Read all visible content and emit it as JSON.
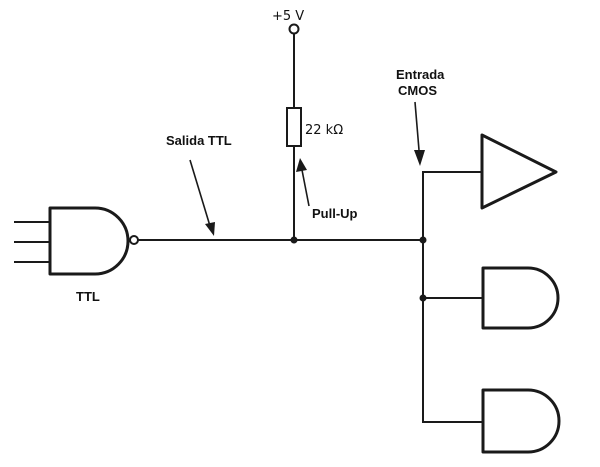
{
  "labels": {
    "supply": "+5 V",
    "resistor_value": "22 kΩ",
    "ttl_output": "Salida TTL",
    "cmos_input_line1": "Entrada",
    "cmos_input_line2": "CMOS",
    "pull_up": "Pull-Up",
    "ttl_gate": "TTL"
  },
  "colors": {
    "ink": "#1a1a1a",
    "background": "#ffffff"
  }
}
